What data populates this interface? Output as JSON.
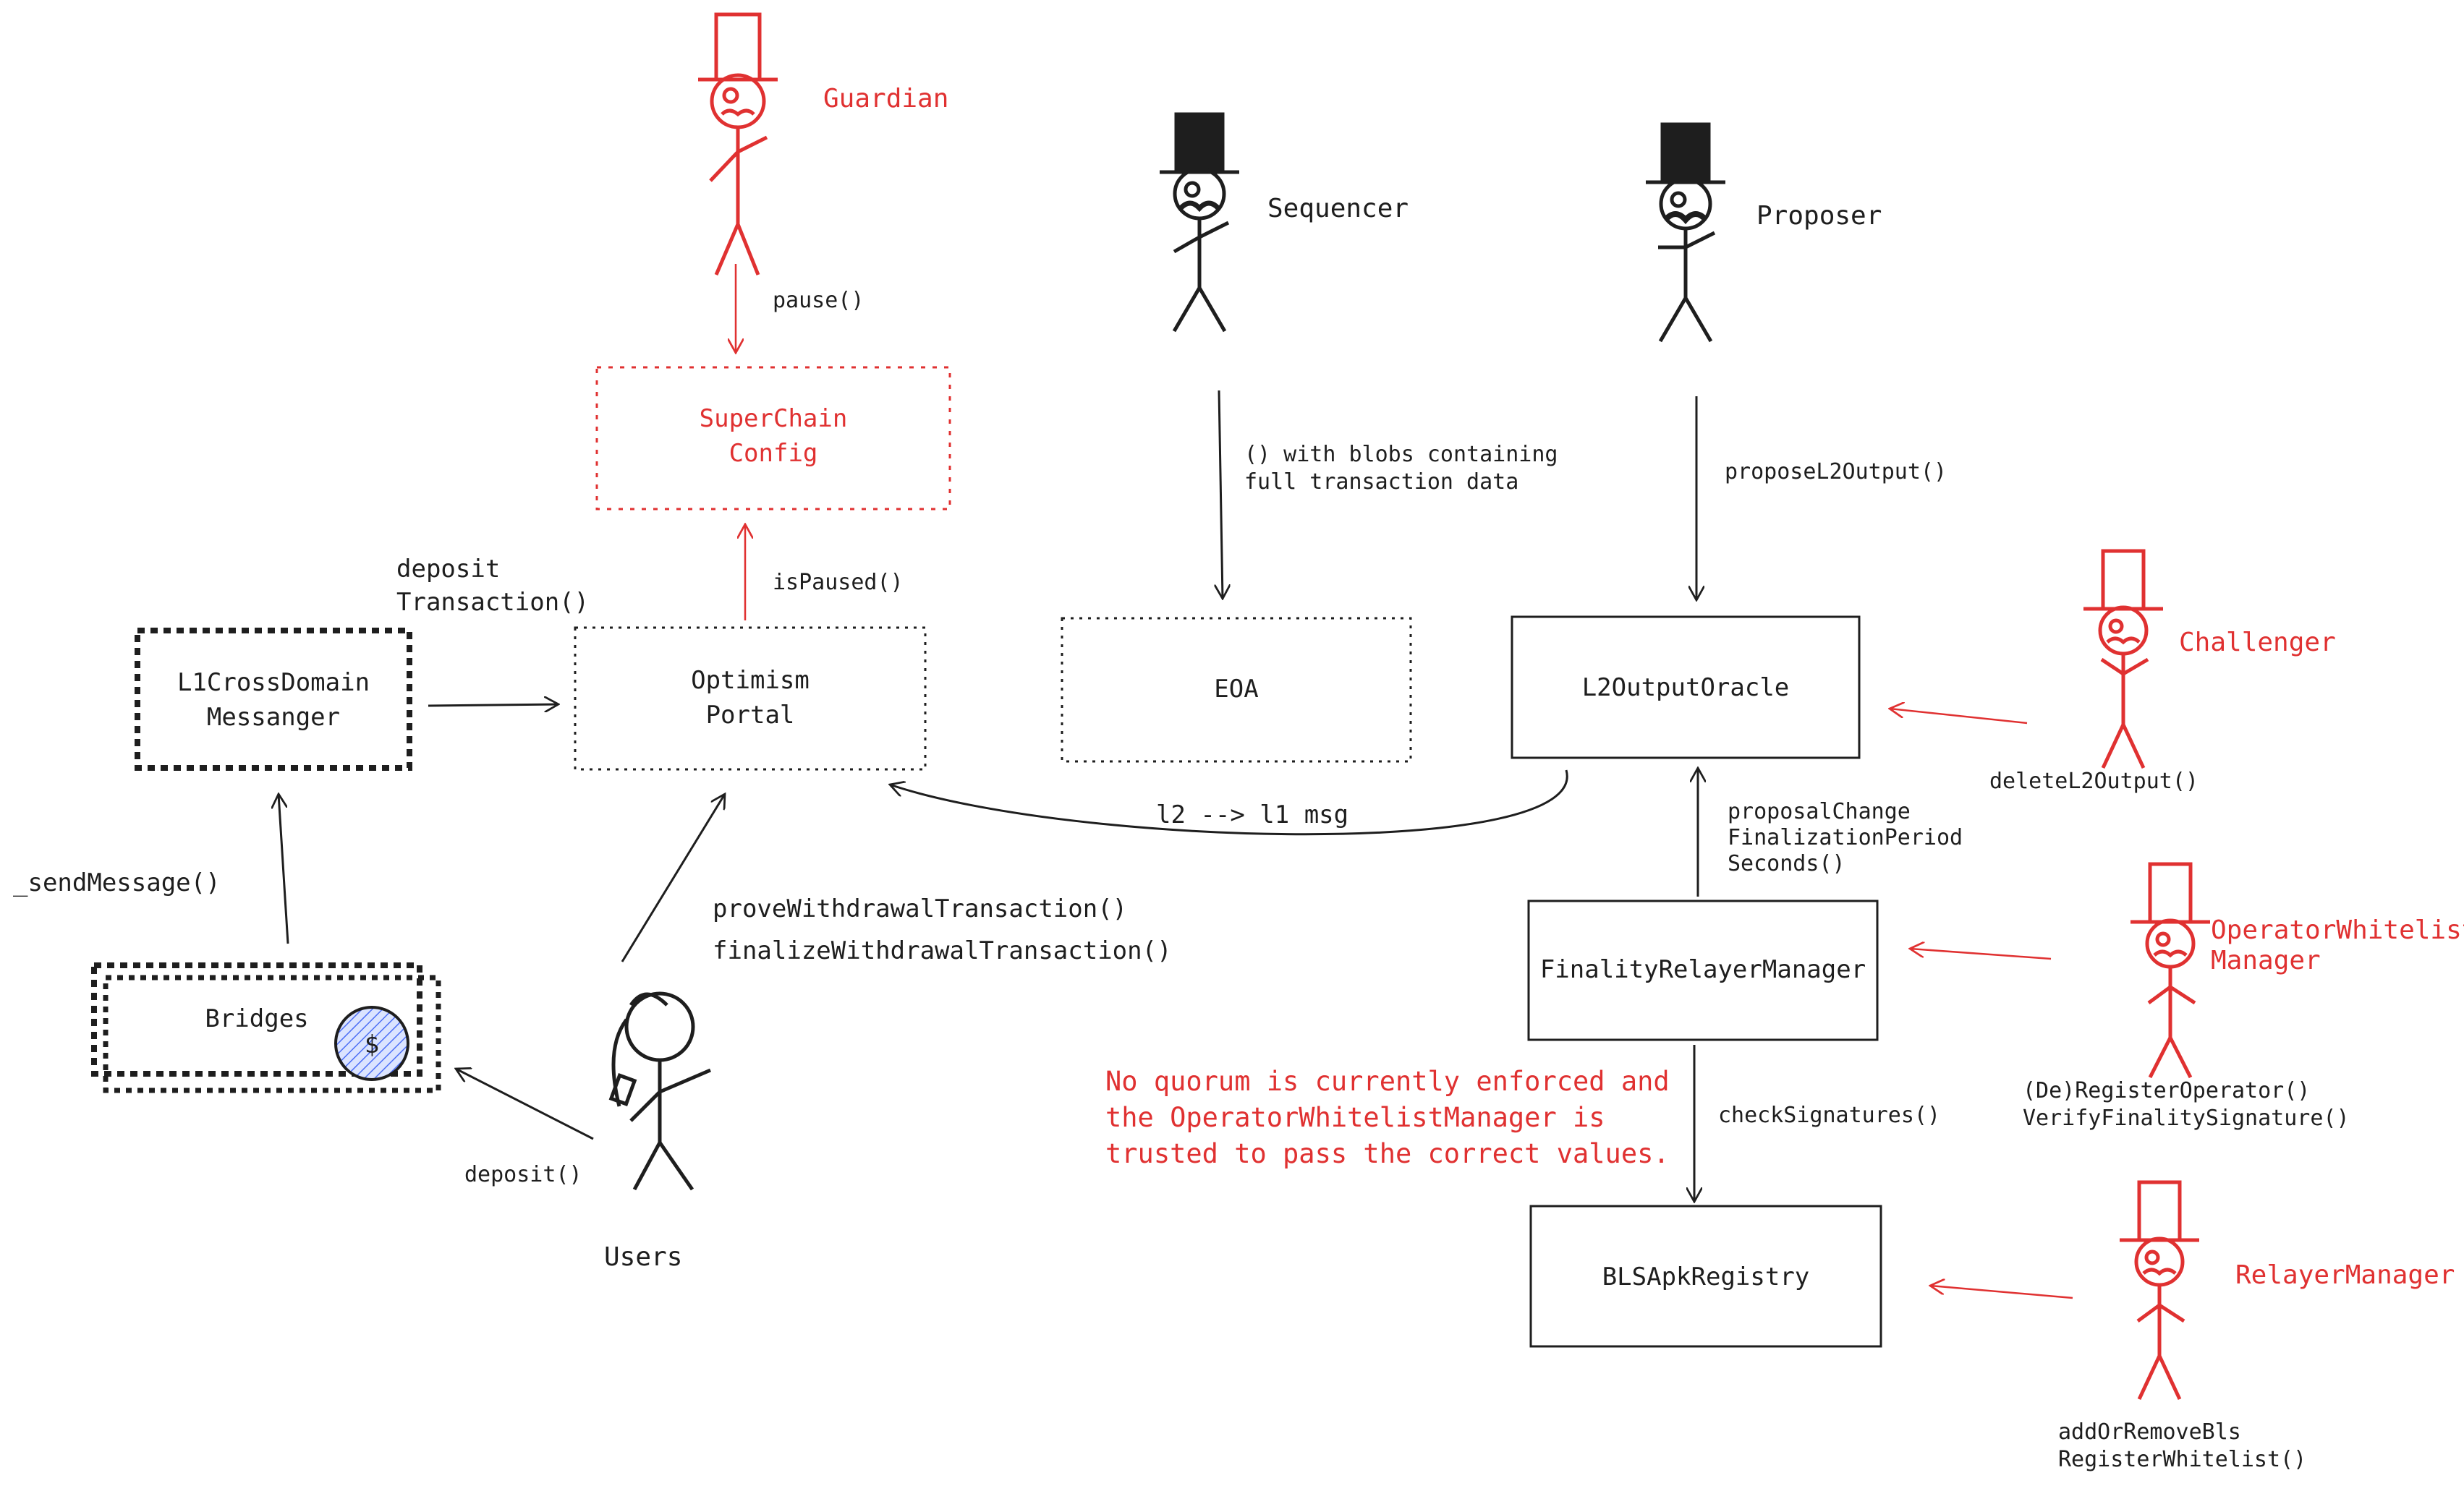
{
  "colors": {
    "ink": "#1e1e1e",
    "red": "#e03131",
    "coin_fill": "#a5b4fc",
    "coin_stroke": "#1e1e1e"
  },
  "actors": {
    "guardian": "Guardian",
    "sequencer": "Sequencer",
    "proposer": "Proposer",
    "challenger": "Challenger",
    "operator_whitelist_manager": [
      "OperatorWhitelist",
      "Manager"
    ],
    "relayer_manager": "RelayerManager",
    "users": "Users"
  },
  "boxes": {
    "superchain_config": [
      "SuperChain",
      "Config"
    ],
    "optimism_portal": [
      "Optimism",
      "Portal"
    ],
    "l1_cross_domain_messanger": [
      "L1CrossDomain",
      "Messanger"
    ],
    "bridges": "Bridges",
    "eoa": "EOA",
    "l2_output_oracle": "L2OutputOracle",
    "finality_relayer_manager": "FinalityRelayerManager",
    "bls_apk_registry": "BLSApkRegistry"
  },
  "edges": {
    "pause": "pause()",
    "is_paused": "isPaused()",
    "deposit_transaction": [
      "deposit",
      "Transaction()"
    ],
    "send_message": "_sendMessage()",
    "deposit": "deposit()",
    "withdrawal": [
      "proveWithdrawalTransaction()",
      "finalizeWithdrawalTransaction()"
    ],
    "blobs": [
      "() with blobs containing",
      "full transaction data"
    ],
    "propose": "proposeL2Output()",
    "l2_l1_msg": "l2 --> l1 msg",
    "proposal_change": [
      "proposalChange",
      "FinalizationPeriod",
      "Seconds()"
    ],
    "delete_output": "deleteL2Output()",
    "register_operator": [
      "(De)RegisterOperator()",
      "VerifyFinalitySignature()"
    ],
    "check_signatures": "checkSignatures()",
    "add_remove_bls": [
      "addOrRemoveBls",
      "RegisterWhitelist()"
    ]
  },
  "note": [
    "No quorum is currently enforced and",
    "the OperatorWhitelistManager is",
    "trusted to pass the correct values."
  ],
  "icons": {
    "coin": "dollar-coin-icon",
    "coin_symbol": "$"
  }
}
